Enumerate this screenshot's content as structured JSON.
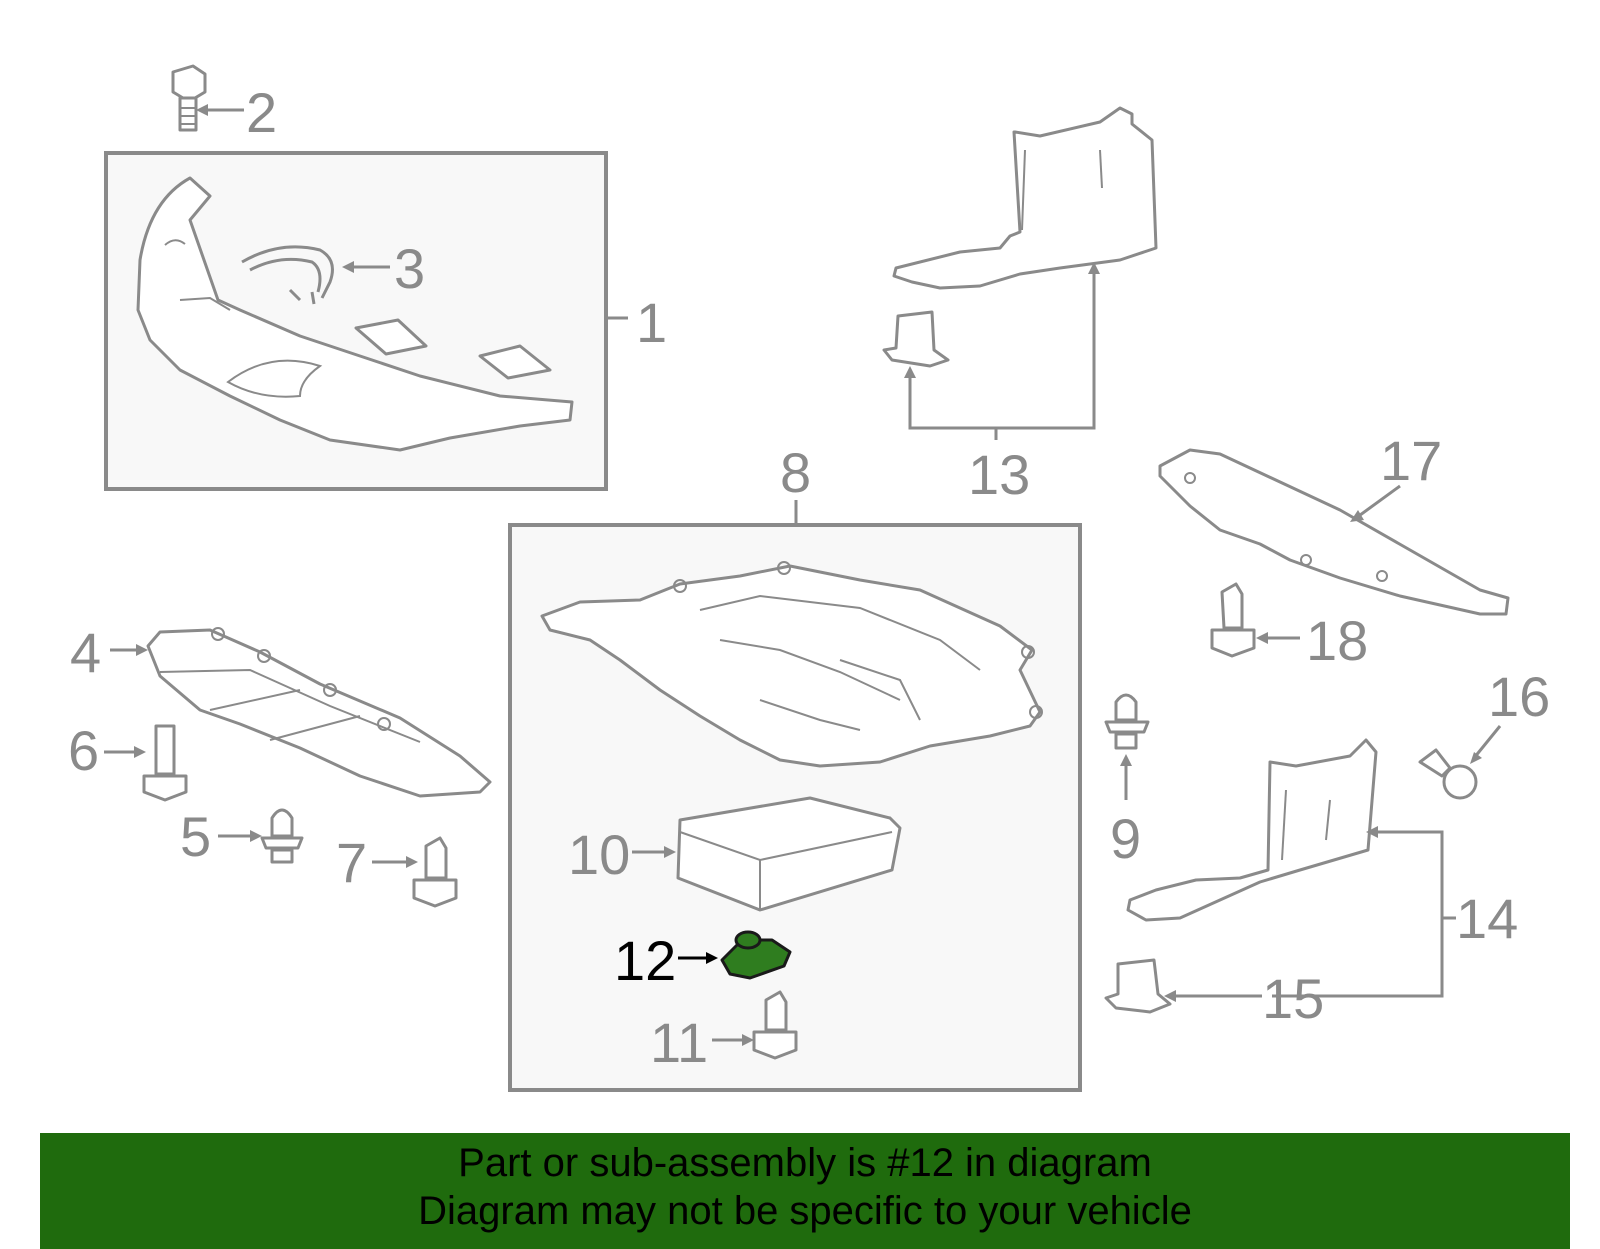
{
  "diagram": {
    "callouts": {
      "c1": "1",
      "c2": "2",
      "c3": "3",
      "c4": "4",
      "c5": "5",
      "c6": "6",
      "c7": "7",
      "c8": "8",
      "c9": "9",
      "c10": "10",
      "c11": "11",
      "c12": "12",
      "c13": "13",
      "c14": "14",
      "c15": "15",
      "c16": "16",
      "c17": "17",
      "c18": "18"
    },
    "highlight_part": "12",
    "colors": {
      "highlight": "#2f7d1f",
      "banner": "#1f6b0d",
      "lines": "#8a8a8a"
    }
  },
  "banner": {
    "line1": "Part or sub-assembly is #12 in diagram",
    "line2": "Diagram may not be specific to your vehicle"
  }
}
